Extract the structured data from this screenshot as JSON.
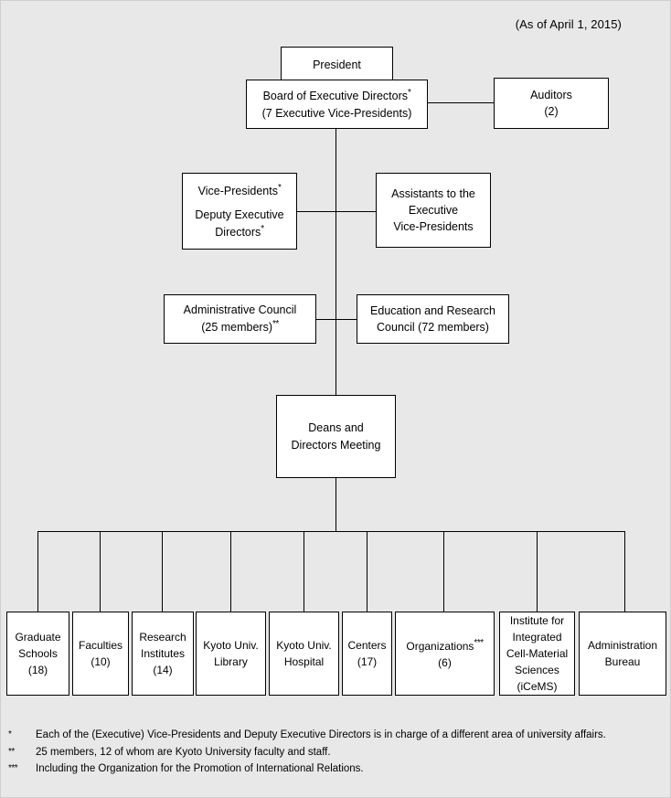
{
  "meta": {
    "as_of": "(As of April 1, 2015)",
    "background_color": "#e8e8e8",
    "box_fill_color": "#ffffff",
    "line_color": "#000000"
  },
  "nodes": {
    "president": {
      "line1": "President"
    },
    "board": {
      "line1": "Board of Executive Directors",
      "line1_mark": "*",
      "line2": "(7 Executive Vice-Presidents)"
    },
    "auditors": {
      "line1": "Auditors",
      "line2": "(2)"
    },
    "vice_presidents": {
      "line1": "Vice-Presidents",
      "line1_mark": "*",
      "line2": "Deputy Executive",
      "line3": "Directors",
      "line3_mark": "*"
    },
    "assistants": {
      "line1": "Assistants to the",
      "line2": "Executive",
      "line3": "Vice-Presidents"
    },
    "administrative_council": {
      "line1": "Administrative Council",
      "line2": "(25 members)",
      "line2_mark": "**"
    },
    "education_research_council": {
      "line1": "Education and Research",
      "line2": "Council (72 members)"
    },
    "deans_meeting": {
      "line1": "Deans and",
      "line2": "Directors Meeting"
    }
  },
  "bottom_row": [
    {
      "id": "graduate-schools",
      "lines": [
        "Graduate",
        "Schools",
        "(18)"
      ]
    },
    {
      "id": "faculties",
      "lines": [
        "Faculties",
        "(10)"
      ]
    },
    {
      "id": "research-institutes",
      "lines": [
        "Research",
        "Institutes",
        "(14)"
      ]
    },
    {
      "id": "kyoto-univ-library",
      "lines": [
        "Kyoto Univ.",
        "Library"
      ]
    },
    {
      "id": "kyoto-univ-hospital",
      "lines": [
        "Kyoto Univ.",
        "Hospital"
      ]
    },
    {
      "id": "centers",
      "lines": [
        "Centers",
        "(17)"
      ]
    },
    {
      "id": "organizations",
      "lines": [
        "Organizations",
        "(6)"
      ],
      "mark_line": 0,
      "mark": "***"
    },
    {
      "id": "icems",
      "lines": [
        "Institute for",
        "Integrated",
        "Cell-Material",
        "Sciences",
        "(iCeMS)"
      ]
    },
    {
      "id": "administration-bureau",
      "lines": [
        "Administration",
        "Bureau"
      ]
    }
  ],
  "footnotes": [
    {
      "mark": "*",
      "text": "Each of the (Executive) Vice-Presidents and Deputy Executive Directors is in charge of a different area of university affairs."
    },
    {
      "mark": "**",
      "text": "25 members, 12 of whom are Kyoto University faculty and staff."
    },
    {
      "mark": "***",
      "text": "Including the Organization for the Promotion of International Relations."
    }
  ]
}
